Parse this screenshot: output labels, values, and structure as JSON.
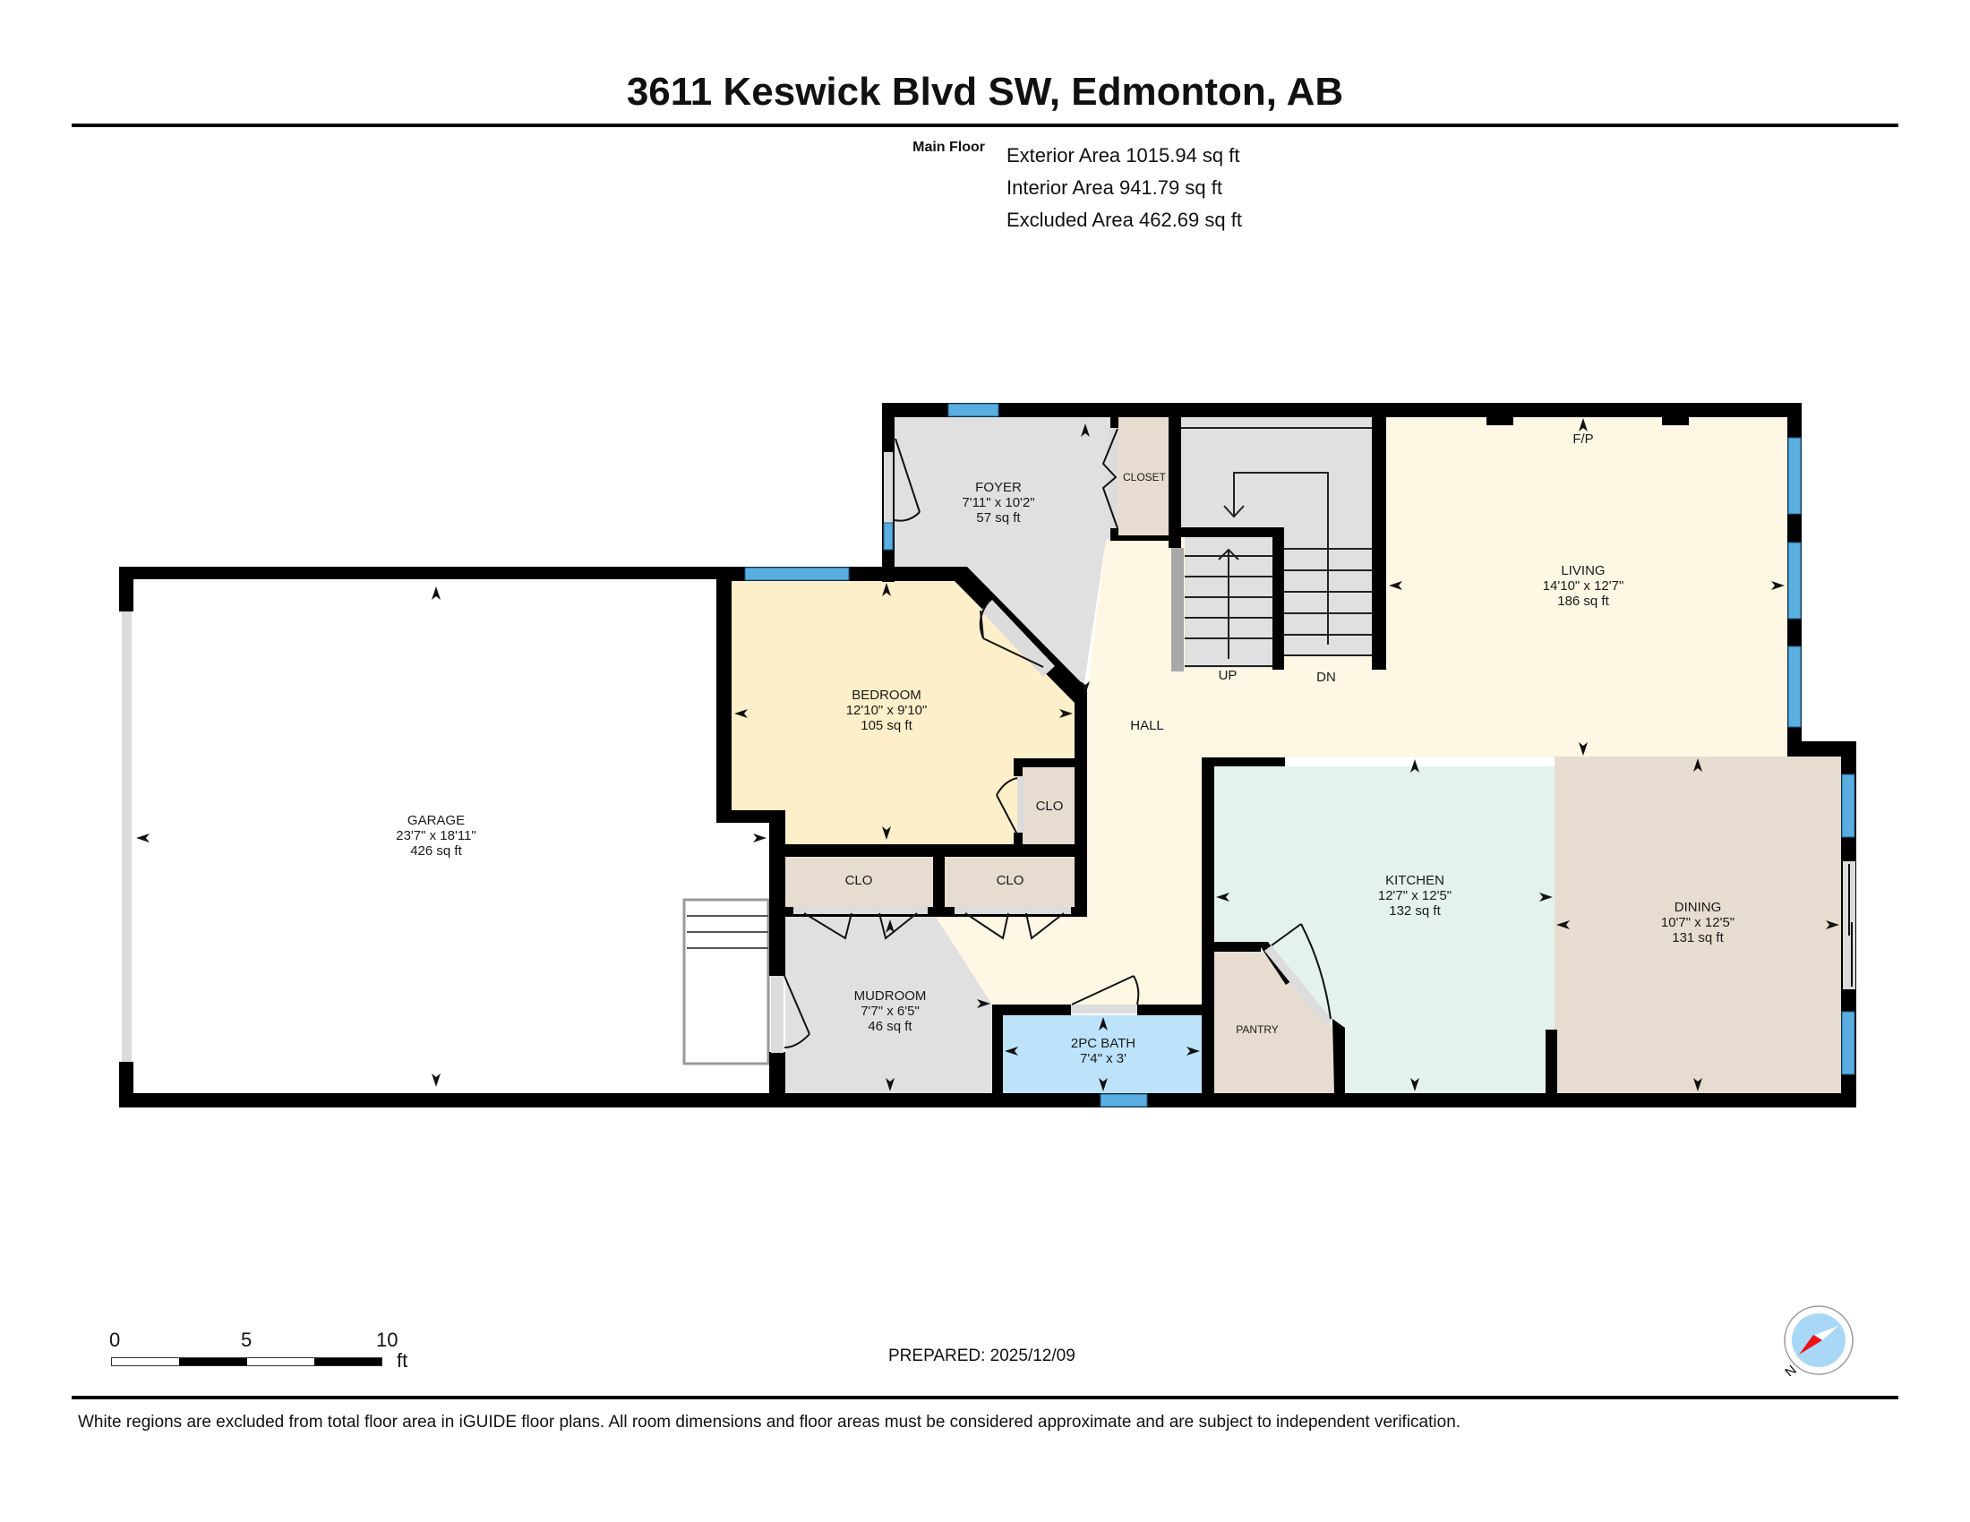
{
  "header": {
    "title": "3611 Keswick Blvd SW, Edmonton, AB"
  },
  "areas": {
    "floor_name": "Main Floor",
    "exterior": "Exterior Area 1015.94 sq ft",
    "interior": "Interior Area 941.79 sq ft",
    "excluded": "Excluded Area 462.69 sq ft"
  },
  "rooms": {
    "foyer": {
      "name": "FOYER",
      "dims": "7'11\" x 10'2\"",
      "area": "57 sq ft"
    },
    "living": {
      "name": "LIVING",
      "dims": "14'10\" x 12'7\"",
      "area": "186 sq ft"
    },
    "bedroom": {
      "name": "BEDROOM",
      "dims": "12'10\" x 9'10\"",
      "area": "105 sq ft"
    },
    "garage": {
      "name": "GARAGE",
      "dims": "23'7\" x 18'11\"",
      "area": "426 sq ft"
    },
    "kitchen": {
      "name": "KITCHEN",
      "dims": "12'7\" x 12'5\"",
      "area": "132 sq ft"
    },
    "dining": {
      "name": "DINING",
      "dims": "10'7\" x 12'5\"",
      "area": "131 sq ft"
    },
    "mudroom": {
      "name": "MUDROOM",
      "dims": "7'7\" x 6'5\"",
      "area": "46 sq ft"
    },
    "bath": {
      "name": "2PC BATH",
      "dims": "7'4\" x 3'"
    },
    "hall": {
      "name": "HALL"
    },
    "pantry": {
      "name": "PANTRY"
    },
    "closet": {
      "name": "CLOSET"
    },
    "clo_bedroom": {
      "name": "CLO"
    },
    "clo_left": {
      "name": "CLO"
    },
    "clo_right": {
      "name": "CLO"
    }
  },
  "labels": {
    "fireplace": "F/P",
    "stairs_up": "UP",
    "stairs_down": "DN"
  },
  "scale_bar": {
    "tick_0": "0",
    "tick_5": "5",
    "tick_10": "10",
    "unit": "ft"
  },
  "prepared": "PREPARED: 2025/12/09",
  "compass": {
    "north_label": "N"
  },
  "footer": {
    "disclaimer": "White regions are excluded from total floor area in iGUIDE floor plans. All room dimensions and floor areas must be considered approximate and are subject to independent verification."
  },
  "colors": {
    "wall": "#000000",
    "window": "#5aaee0",
    "foyer": "#e0e0e0",
    "hall": "#fdf7e3",
    "bedroom": "#fdefc9",
    "closet": "#e6ddd0",
    "kitchen": "#e4f2eb",
    "dining": "#e6ddd0",
    "bath": "#bde3fa",
    "garage": "#ffffff"
  }
}
